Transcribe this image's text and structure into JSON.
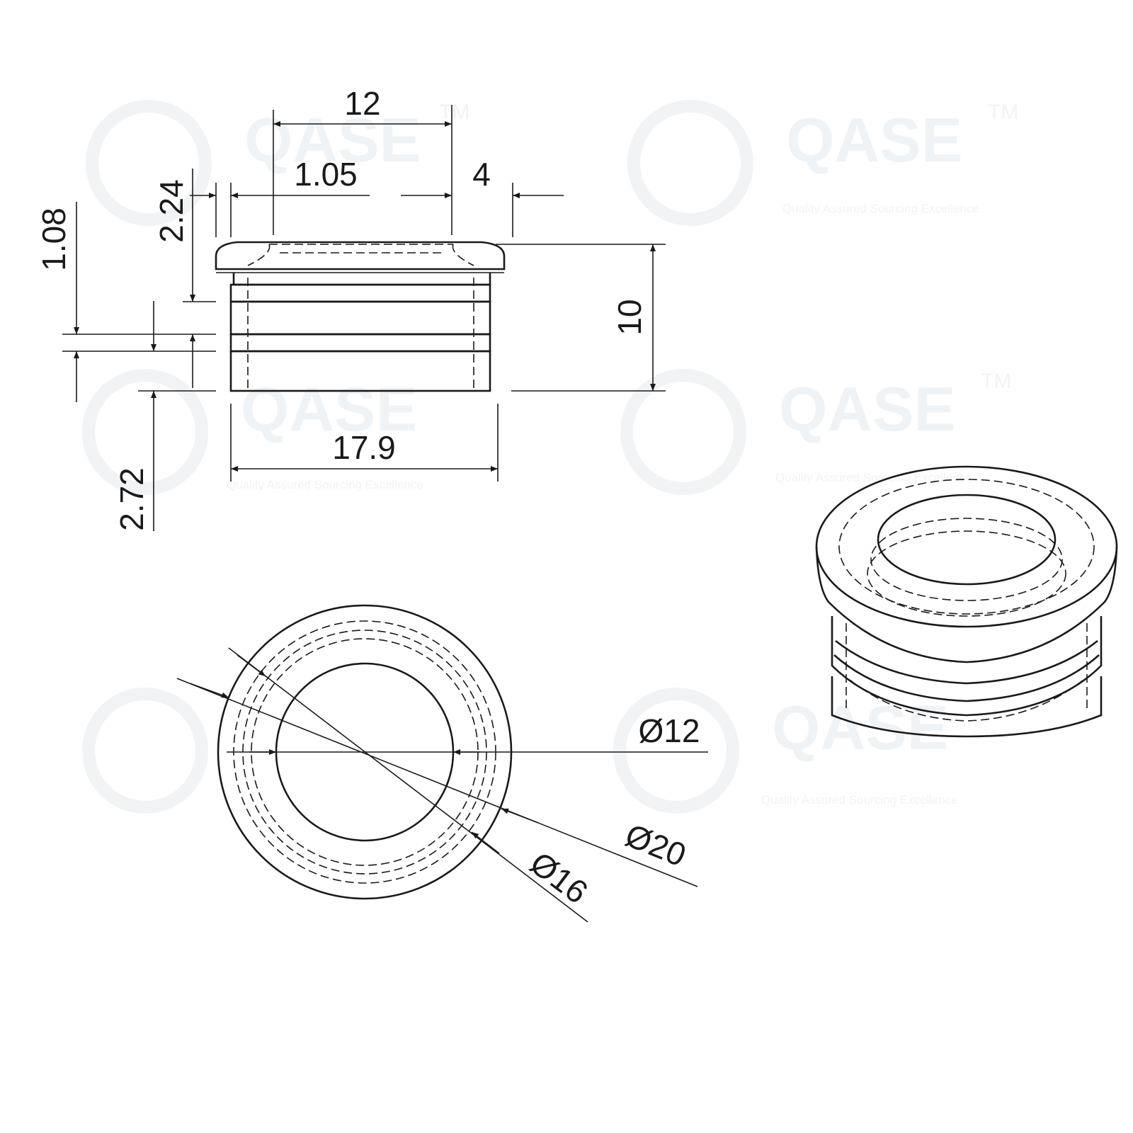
{
  "side_view": {
    "dims": {
      "top_width": "12",
      "lip_offset": "1.05",
      "lip_overhang": "4",
      "groove_height": "2.24",
      "groove_gap": "1.08",
      "bottom_band": "2.72",
      "total_height": "10",
      "body_width": "17.9"
    }
  },
  "top_view": {
    "dims": {
      "inner_diameter": "Ø12",
      "outer_diameter": "Ø20",
      "mid_diameter": "Ø16"
    }
  },
  "watermark": {
    "brand": "QASE",
    "trademark": "TM",
    "tagline": "Quality Assured Sourcing Excellence"
  }
}
